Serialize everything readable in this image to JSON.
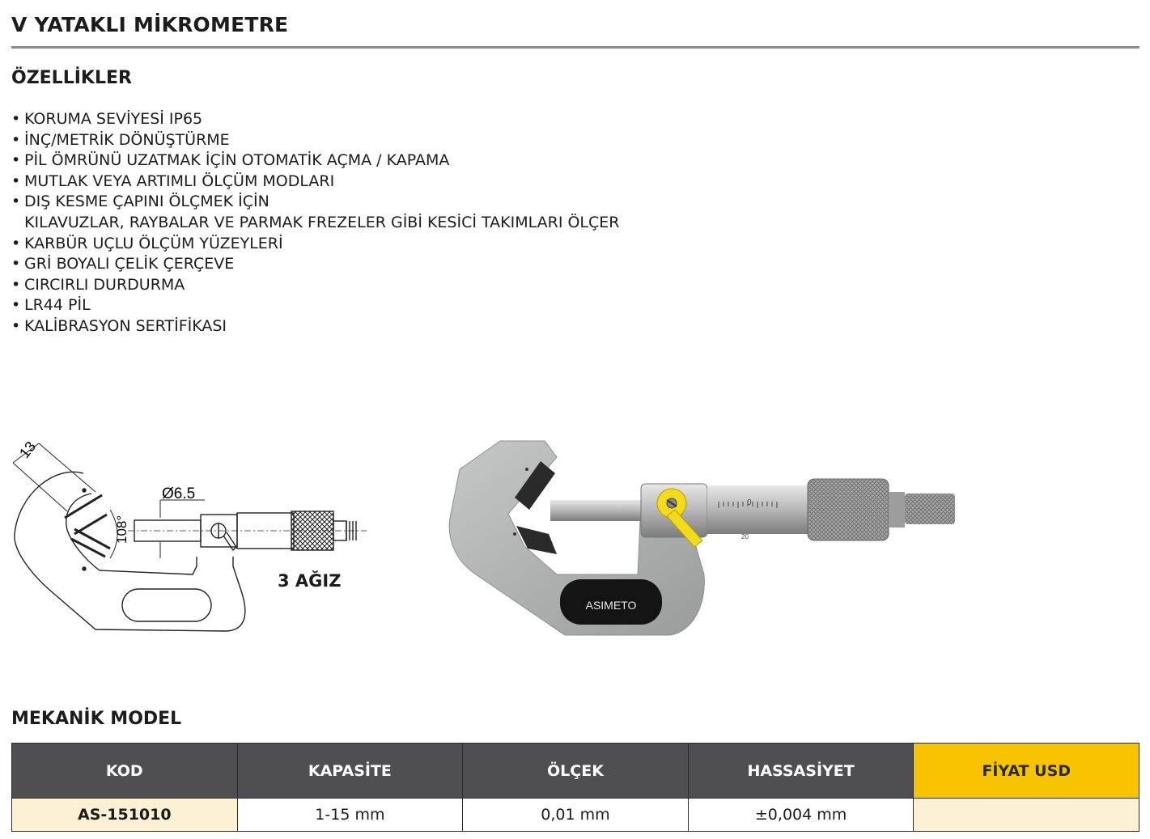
{
  "page": {
    "title": "V YATAKLI MİKROMETRE"
  },
  "features": {
    "heading": "ÖZELLİKLER",
    "items": [
      "KORUMA SEVİYESİ IP65",
      "İNÇ/METRİK DÖNÜŞTÜRME",
      "PİL ÖMRÜNÜ UZATMAK İÇİN OTOMATİK AÇMA / KAPAMA",
      "MUTLAK VEYA ARTIMLI ÖLÇÜM MODLARI",
      "DIŞ KESME ÇAPINI ÖLÇMEK İÇİN",
      "KARBÜR UÇLU ÖLÇÜM YÜZEYLERİ",
      "GRİ BOYALI ÇELİK ÇERÇEVE",
      "CIRCIRLI DURDURMA",
      "LR44 PİL",
      "KALİBRASYON SERTİFİKASI"
    ],
    "continuation": "KILAVUZLAR, RAYBALAR VE PARMAK FREZELER GİBİ KESİCİ TAKIMLARI ÖLÇER",
    "bullet": "•"
  },
  "drawing": {
    "dim_jaw": "13",
    "dim_spindle": "Ø6.5",
    "dim_angle": "108°",
    "jaw_label": "3 AĞIZ"
  },
  "photo": {
    "brand": "ASIMETO",
    "scale_0": "0",
    "scale_20": "20"
  },
  "mechanical": {
    "heading": "MEKANİK MODEL",
    "columns": [
      "KOD",
      "KAPASİTE",
      "ÖLÇEK",
      "HASSASİYET",
      "FİYAT USD"
    ],
    "rows": [
      {
        "code": "AS-151010",
        "capacity": "1-15 mm",
        "scale": "0,01 mm",
        "accuracy": "±0,004 mm",
        "price": ""
      }
    ]
  },
  "colors": {
    "header_bg": "#4f4f52",
    "price_header_bg": "#f8c300",
    "row_highlight": "#fdf1d4",
    "rule": "#8a8a8a",
    "frame_gray": "#a9abab"
  }
}
